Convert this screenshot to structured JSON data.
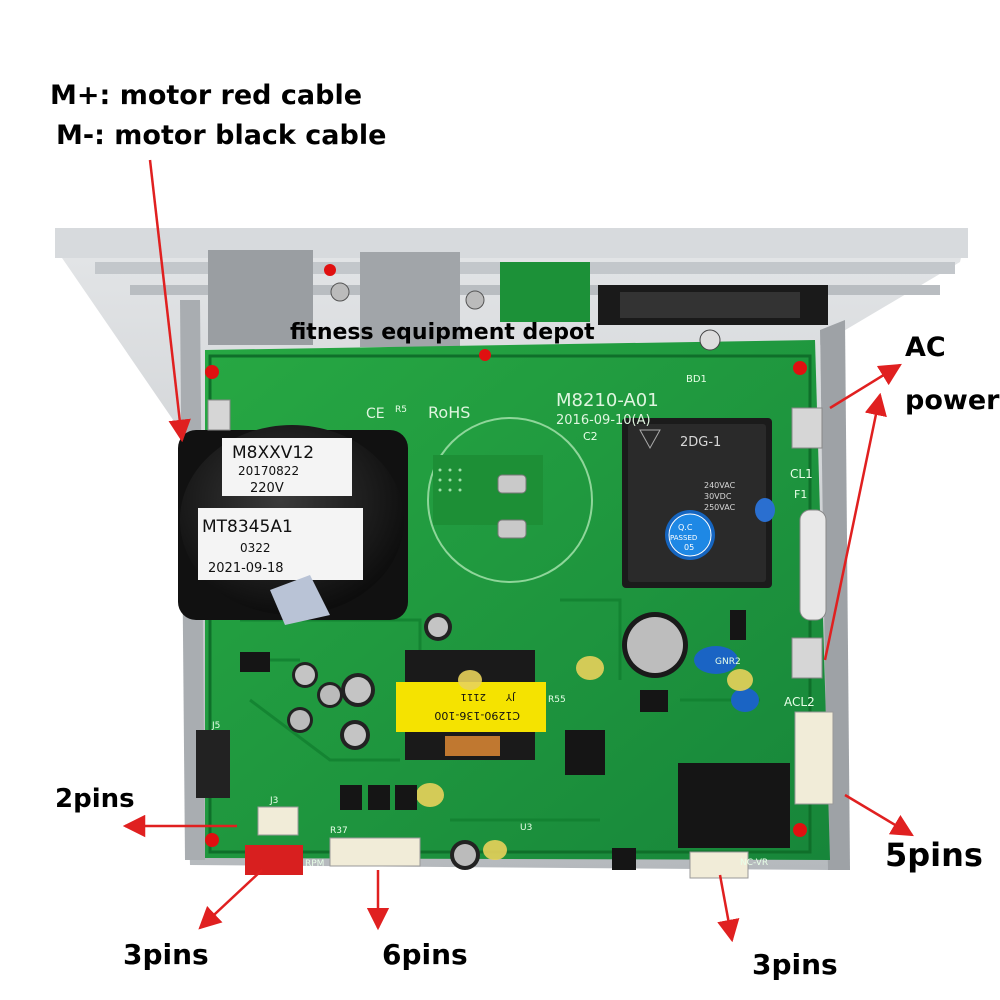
{
  "labels": {
    "motor_red": "M+: motor red cable",
    "motor_black": "M-: motor black cable",
    "ac": "AC",
    "power": "power",
    "pins2": "2pins",
    "pins3_left": "3pins",
    "pins6": "6pins",
    "pins3_right": "3pins",
    "pins5": "5pins"
  },
  "watermark": "fitness equipment depot",
  "board_text": {
    "model": "M8210-A01",
    "date": "2016-09-10(A)",
    "rohs": "RoHS",
    "ce": "CE",
    "bd1": "BD1",
    "cl1": "CL1",
    "f1": "F1",
    "acl2": "ACL2",
    "c2": "C2",
    "r5": "R5",
    "gnr2": "GNR2",
    "r55": "R55",
    "r37": "R37",
    "u3": "U3",
    "j3": "J3",
    "j5": "J5",
    "nc_vr": "NC-VR",
    "rpm": "RPM"
  },
  "capacitor": {
    "line1": "M8XXV12",
    "line2": "20170822",
    "line3": "220V",
    "line4": "MT8345A1",
    "line5": "0322",
    "line6": "2021-09-18"
  },
  "relay": {
    "model": "2DG-1",
    "v1": "240VAC",
    "v2": "30VDC",
    "v3": "250VAC",
    "stamp1": "Q.C",
    "stamp2": "PASSED",
    "stamp3": "05"
  },
  "transformer": {
    "line1": "2111",
    "line2": "JY",
    "line3": "C1290-136-100"
  },
  "colors": {
    "pcb_green": "#1f9a3a",
    "arrow_red": "#e02020",
    "heatsink": "#c9ccd0"
  }
}
